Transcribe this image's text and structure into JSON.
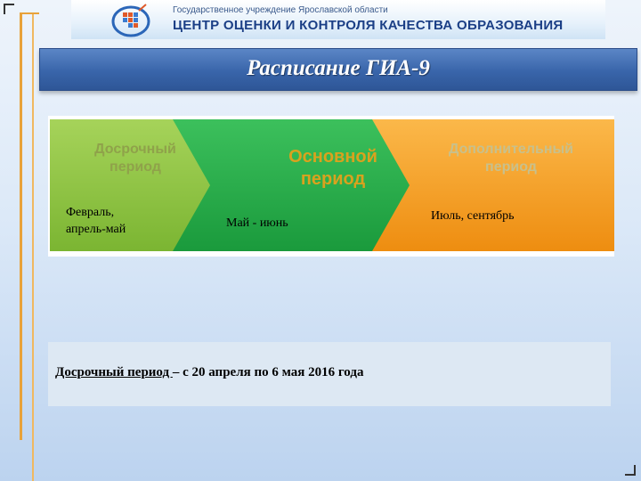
{
  "header": {
    "subtitle": "Государственное учреждение Ярославской области",
    "title": "ЦЕНТР ОЦЕНКИ И КОНТРОЛЯ КАЧЕСТВА ОБРАЗОВАНИЯ"
  },
  "slide": {
    "title": "Расписание ГИА-9"
  },
  "periods": [
    {
      "name_line1": "Досрочный",
      "name_line2": "период",
      "dates_line1": "Февраль,",
      "dates_line2": "апрель-май",
      "color": "#8ac33c"
    },
    {
      "name_line1": "Основной",
      "name_line2": "период",
      "dates_line1": "Май - июнь",
      "dates_line2": "",
      "color": "#21a845"
    },
    {
      "name_line1": "Дополнительный",
      "name_line2": "период",
      "dates_line1": "Июль, сентябрь",
      "dates_line2": "",
      "color": "#f39a1c"
    }
  ],
  "info": {
    "term": "Досрочный период ",
    "rest": "– с 20 апреля по 6 мая 2016 года"
  },
  "colors": {
    "title_bar": "#3965aa",
    "accent_lines": "#e8a23a",
    "header_text": "#1b3f86"
  }
}
